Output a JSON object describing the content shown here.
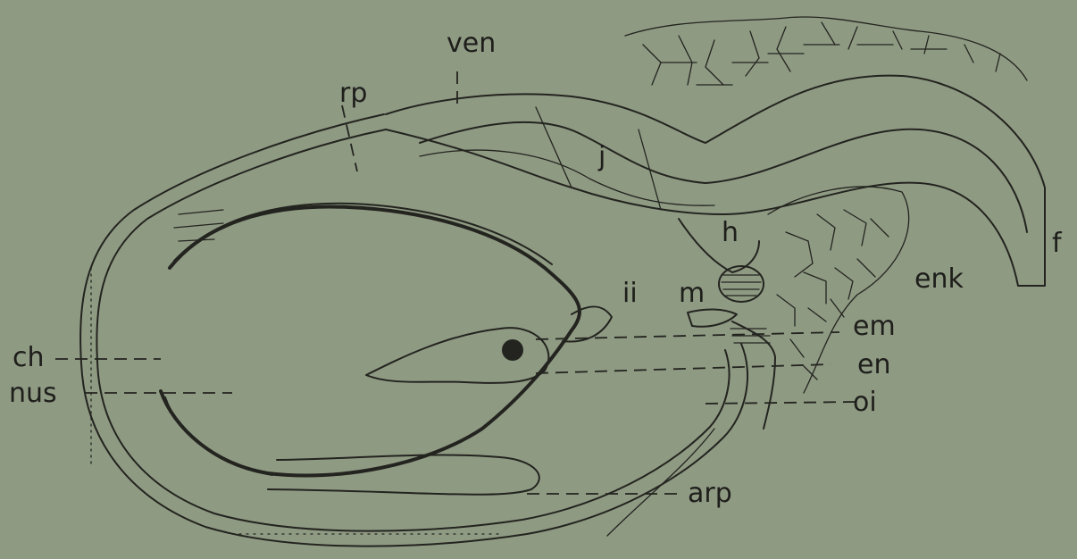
{
  "figure": {
    "background": "#8f9a83",
    "ink_color": "#23241f",
    "labels": {
      "ven": "ven",
      "rp": "rp",
      "j": "j",
      "h": "h",
      "f": "f",
      "ii": "ii",
      "m": "m",
      "enk": "enk",
      "em": "em",
      "en": "en",
      "oi": "oi",
      "arp": "arp",
      "ch": "ch",
      "nus": "nus"
    }
  }
}
